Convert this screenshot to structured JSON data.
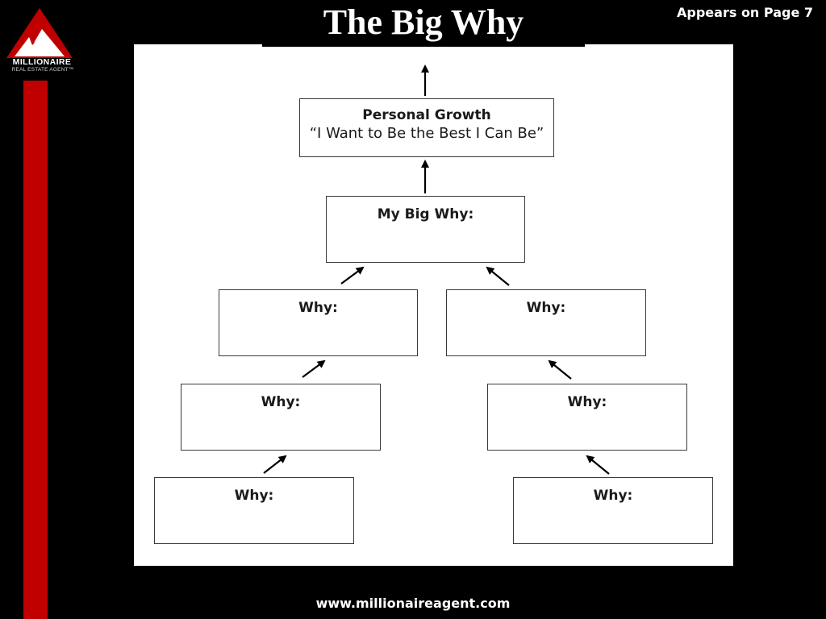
{
  "logo": {
    "name": "MILLIONAIRE",
    "subtitle": "REAL ESTATE AGENT™",
    "colors": {
      "triangle": "#c00000",
      "mountain": "#ffffff"
    }
  },
  "header": {
    "title": "The Big Why",
    "page_reference": "Appears on Page 7"
  },
  "diagram": {
    "top_box": {
      "title": "Personal Growth",
      "subtitle": "“I Want to Be the Best I Can Be”"
    },
    "big_why_box": {
      "label": "My Big Why:"
    },
    "left_branch": [
      {
        "label": "Why:"
      },
      {
        "label": "Why:"
      },
      {
        "label": "Why:"
      }
    ],
    "right_branch": [
      {
        "label": "Why:"
      },
      {
        "label": "Why:"
      },
      {
        "label": "Why:"
      }
    ]
  },
  "footer": {
    "url": "www.millionaireagent.com"
  },
  "colors": {
    "accent": "#c00000",
    "background": "#000000",
    "panel": "#ffffff",
    "ink": "#1a1a1a"
  }
}
